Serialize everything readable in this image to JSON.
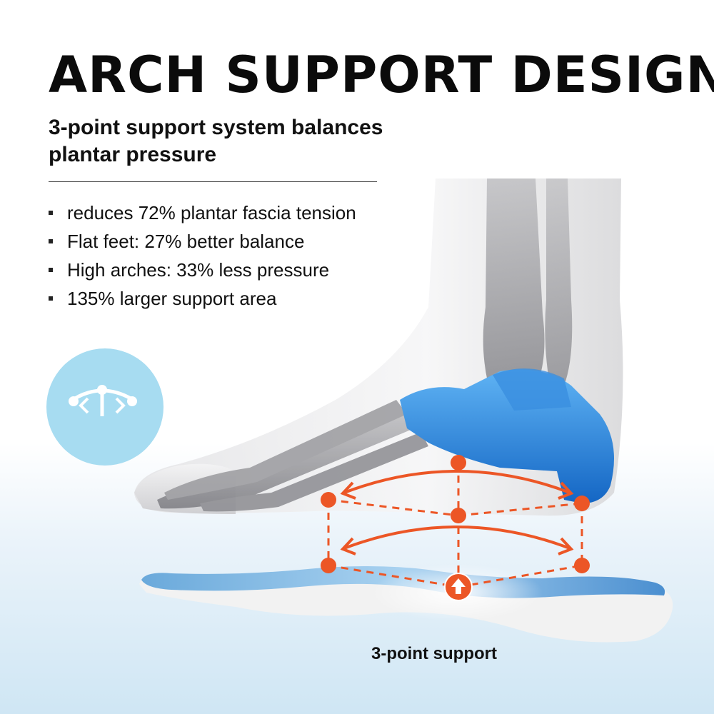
{
  "header": {
    "title": "ARCH SUPPORT DESIGN",
    "subtitle_line1": "3-point support system balances",
    "subtitle_line2": "plantar pressure"
  },
  "features": [
    "reduces 72% plantar fascia tension",
    "Flat feet: 27% better balance",
    "High arches: 33% less pressure",
    "135% larger support area"
  ],
  "caption": "3-point support",
  "icons": {
    "badge": "arch-support-icon",
    "center_arrow": "arrow-up-icon"
  },
  "colors": {
    "accent_orange": "#ec5626",
    "bone_blue": "#1f8ae0",
    "badge_bg": "#a7dcf1",
    "insole_blue": "#4b9bd8"
  }
}
